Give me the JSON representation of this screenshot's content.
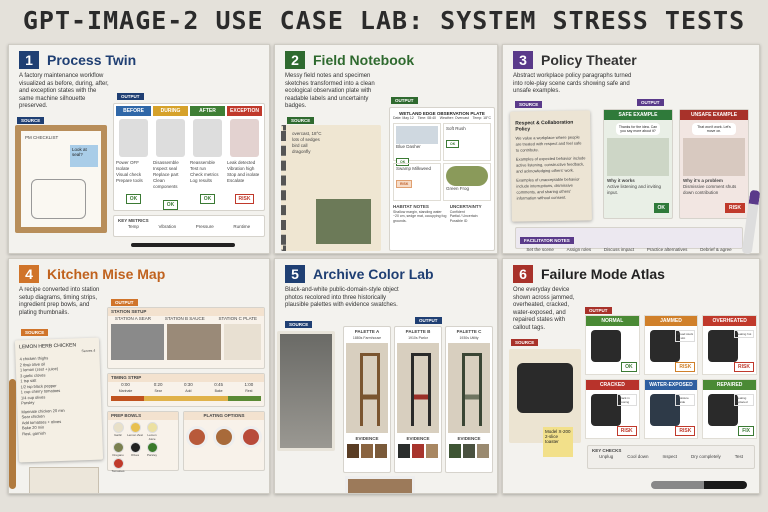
{
  "title": "GPT-IMAGE-2 USE CASE LAB: SYSTEM STRESS TESTS",
  "labels": {
    "source": "SOURCE",
    "output": "OUTPUT"
  },
  "colors": {
    "p1": "#1f3f73",
    "p2": "#2f6a2f",
    "p3": "#5a3a8a",
    "p4": "#d0742a",
    "p5": "#1f3f73",
    "p6": "#a8322a"
  },
  "panels": [
    {
      "number": "1",
      "title": "Process Twin",
      "desc": "A factory maintenance workflow visualized as before, during, after, and exception states with the same machine silhouette preserved.",
      "source_note": "PM CHECKLIST",
      "sticky": "Look at seal?",
      "states": [
        {
          "label": "BEFORE",
          "color": "#2f67a8",
          "items": [
            "Power OFF",
            "Isolate",
            "Visual check",
            "Prepare tools"
          ],
          "badge": "OK"
        },
        {
          "label": "DURING",
          "color": "#d6a22b",
          "items": [
            "Disassemble",
            "Inspect seal",
            "Replace part",
            "Clean components"
          ],
          "badge": "OK"
        },
        {
          "label": "AFTER",
          "color": "#3f7f35",
          "items": [
            "Reassemble",
            "Test run",
            "Check metrics",
            "Log results"
          ],
          "badge": "OK"
        },
        {
          "label": "EXCEPTION",
          "color": "#c0392b",
          "items": [
            "Leak detected",
            "Vibration high",
            "Stop and isolate",
            "Escalate"
          ],
          "badge": "RISK"
        }
      ],
      "metrics_label": "KEY METRICS",
      "metrics": [
        "Temp",
        "Vibration",
        "Pressure",
        "Runtime"
      ]
    },
    {
      "number": "2",
      "title": "Field Notebook",
      "desc": "Messy field notes and specimen sketches transformed into a clean ecological observation plate with readable labels and uncertainty badges.",
      "notes": [
        "overcast, 18°C",
        "lots of sedges",
        "bird call",
        "dragonfly"
      ],
      "plate_title": "WETLAND EDGE OBSERVATION PLATE",
      "plate_meta": [
        "Date: May 12",
        "Time: 08:40",
        "Weather: Overcast",
        "Temp: 18°C"
      ],
      "specimens": [
        {
          "name": "Blue Dasher",
          "badge": "OK"
        },
        {
          "name": "Soft Rush",
          "badge": "OK"
        },
        {
          "name": "Swamp Milkweed",
          "badge": "RISK"
        },
        {
          "name": "Green Frog",
          "badge": ""
        }
      ],
      "habitat_label": "HABITAT NOTES",
      "habitat": "Shallow margin, standing water ~20 cm, sedge mat, occupying fog grounds.",
      "uncertainty_label": "UNCERTAINTY",
      "uncertainty": [
        "Confident",
        "Partial / Uncertain",
        "Possible ID"
      ]
    },
    {
      "number": "3",
      "title": "Policy Theater",
      "desc": "Abstract workplace policy paragraphs turned into role-play scene cards showing safe and unsafe examples.",
      "policy_title": "Respect & Collaboration Policy",
      "policy_text": [
        "We value a workplace where people are treated with respect and feel safe to contribute.",
        "Examples of expected behavior include active listening, constructive feedback, and acknowledging others' work.",
        "Examples of unacceptable behavior include interruptions, dismissive comments, and sharing others' information without consent."
      ],
      "safe": {
        "label": "SAFE EXAMPLE",
        "bubble": "Thanks for the idea. Can you say more about it?",
        "why": "Why it works",
        "text": "Active listening and inviting input.",
        "badge": "OK"
      },
      "unsafe": {
        "label": "UNSAFE EXAMPLE",
        "bubble": "That won't work. Let's move on.",
        "why": "Why it's a problem",
        "text": "Dismissive comment shuts down contribution",
        "badge": "RISK"
      },
      "facilitator_label": "FACILITATOR NOTES",
      "facilitator": [
        "Set the scene",
        "Assign roles",
        "Discuss impact",
        "Practice alternatives",
        "Debrief & agree"
      ]
    },
    {
      "number": "4",
      "title": "Kitchen Mise Map",
      "desc": "A recipe converted into station setup diagrams, timing strips, ingredient prep bowls, and plating thumbnails.",
      "recipe_title": "LEMON HERB CHICKEN",
      "recipe_serves": "Serves 4",
      "recipe_lines": [
        "4 chicken thighs",
        "2 tbsp olive oil",
        "1 lemon (zest + juice)",
        "3 garlic cloves",
        "1 tsp salt",
        "1/2 tsp black pepper",
        "1 cup cherry tomatoes",
        "1/4 cup olives",
        "Parsley",
        "Marinate chicken 20 min",
        "Sear chicken",
        "Add tomatoes + olives",
        "Bake 20 min",
        "Rest, garnish"
      ],
      "station_label": "STATION SETUP",
      "stations": [
        "STATION A SEAR",
        "STATION B SAUCE",
        "STATION C PLATE"
      ],
      "timing_label": "TIMING STRIP",
      "timing": [
        {
          "t": "0:00",
          "s": "Marinate"
        },
        {
          "t": "0:20",
          "s": "Sear"
        },
        {
          "t": "0:30",
          "s": "Add"
        },
        {
          "t": "0:45",
          "s": "Bake"
        },
        {
          "t": "1:00",
          "s": "Rest"
        }
      ],
      "prep_label": "PREP BOWLS",
      "bowls": [
        "Garlic",
        "Lemon Zest",
        "Lemon Juice",
        "Oregano",
        "Olives",
        "Parsley",
        "Tomatoes"
      ],
      "plating_label": "PLATING OPTIONS"
    },
    {
      "number": "5",
      "title": "Archive Color Lab",
      "desc": "Black-and-white public-domain-style object photos recolored into three historically plausible palettes with evidence swatches.",
      "palettes": [
        {
          "label": "PALETTE A",
          "era": "1880s Farmhouse",
          "chair": "#7a5530",
          "swatches": [
            "#5a3d24",
            "#8a6440",
            "#7a5a3a"
          ]
        },
        {
          "label": "PALETTE B",
          "era": "1910s Parlor",
          "chair": "#2a2a2a",
          "seat": "#9a2e28",
          "swatches": [
            "#2a2d2c",
            "#a8352d",
            "#a88762"
          ]
        },
        {
          "label": "PALETTE C",
          "era": "1930s Utility",
          "chair": "#3a4534",
          "seat": "#6e7460",
          "swatches": [
            "#3e5534",
            "#4a5240",
            "#9a8a70"
          ]
        }
      ],
      "evidence_label": "EVIDENCE"
    },
    {
      "number": "6",
      "title": "Failure Mode Atlas",
      "desc": "One everyday device shown across jammed, overheated, cracked, water-exposed, and repaired states with callout tags.",
      "sticky": "Model X-200 2-slice toaster",
      "states": [
        {
          "label": "NORMAL",
          "color": "#4a8a35",
          "callout": "",
          "badge": "OK"
        },
        {
          "label": "JAMMED",
          "color": "#d0802a",
          "callout": "Bread stuck in slot",
          "badge": "RISK"
        },
        {
          "label": "OVERHEATED",
          "color": "#c0392b",
          "callout": "Heating hot",
          "badge": "RISK"
        },
        {
          "label": "CRACKED",
          "color": "#b8332b",
          "callout": "Crack in housing",
          "badge": "RISK"
        },
        {
          "label": "WATER-EXPOSED",
          "color": "#2f5fa0",
          "callout": "Moisture inside",
          "badge": "RISK"
        },
        {
          "label": "REPAIRED",
          "color": "#4a8a35",
          "callout": "Heating replaced",
          "badge": "FIX"
        }
      ],
      "checks_label": "KEY CHECKS",
      "checks": [
        "Unplug",
        "Cool down",
        "Inspect",
        "Dry completely",
        "Test"
      ]
    }
  ]
}
